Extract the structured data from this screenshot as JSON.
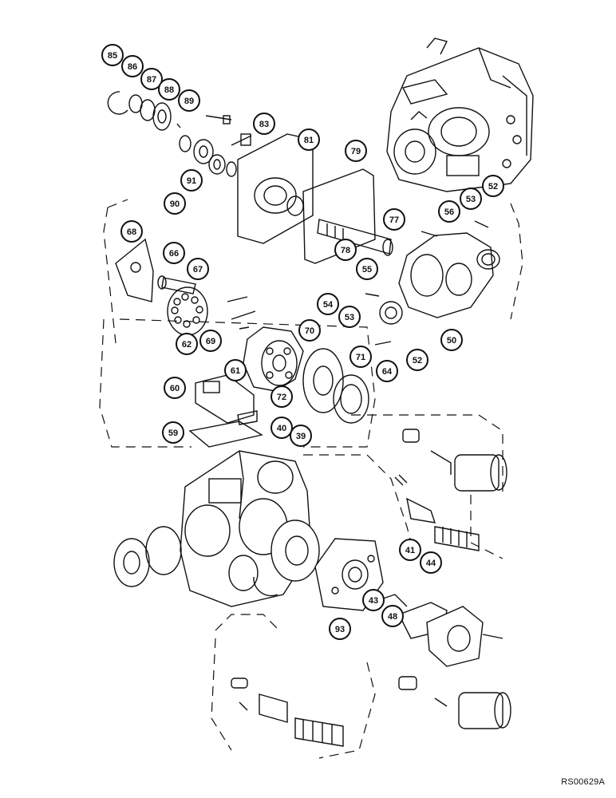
{
  "diagram": {
    "callouts": [
      "85",
      "86",
      "87",
      "88",
      "89",
      "83",
      "81",
      "79",
      "91",
      "90",
      "56",
      "53",
      "52",
      "77",
      "68",
      "66",
      "67",
      "78",
      "55",
      "54",
      "53",
      "50",
      "52",
      "62",
      "69",
      "70",
      "71",
      "64",
      "61",
      "72",
      "60",
      "59",
      "40",
      "39",
      "41",
      "44",
      "43",
      "48",
      "93"
    ],
    "figure_code": "RS00629A"
  },
  "colors": {
    "ink": "#111111",
    "paper": "#ffffff"
  }
}
